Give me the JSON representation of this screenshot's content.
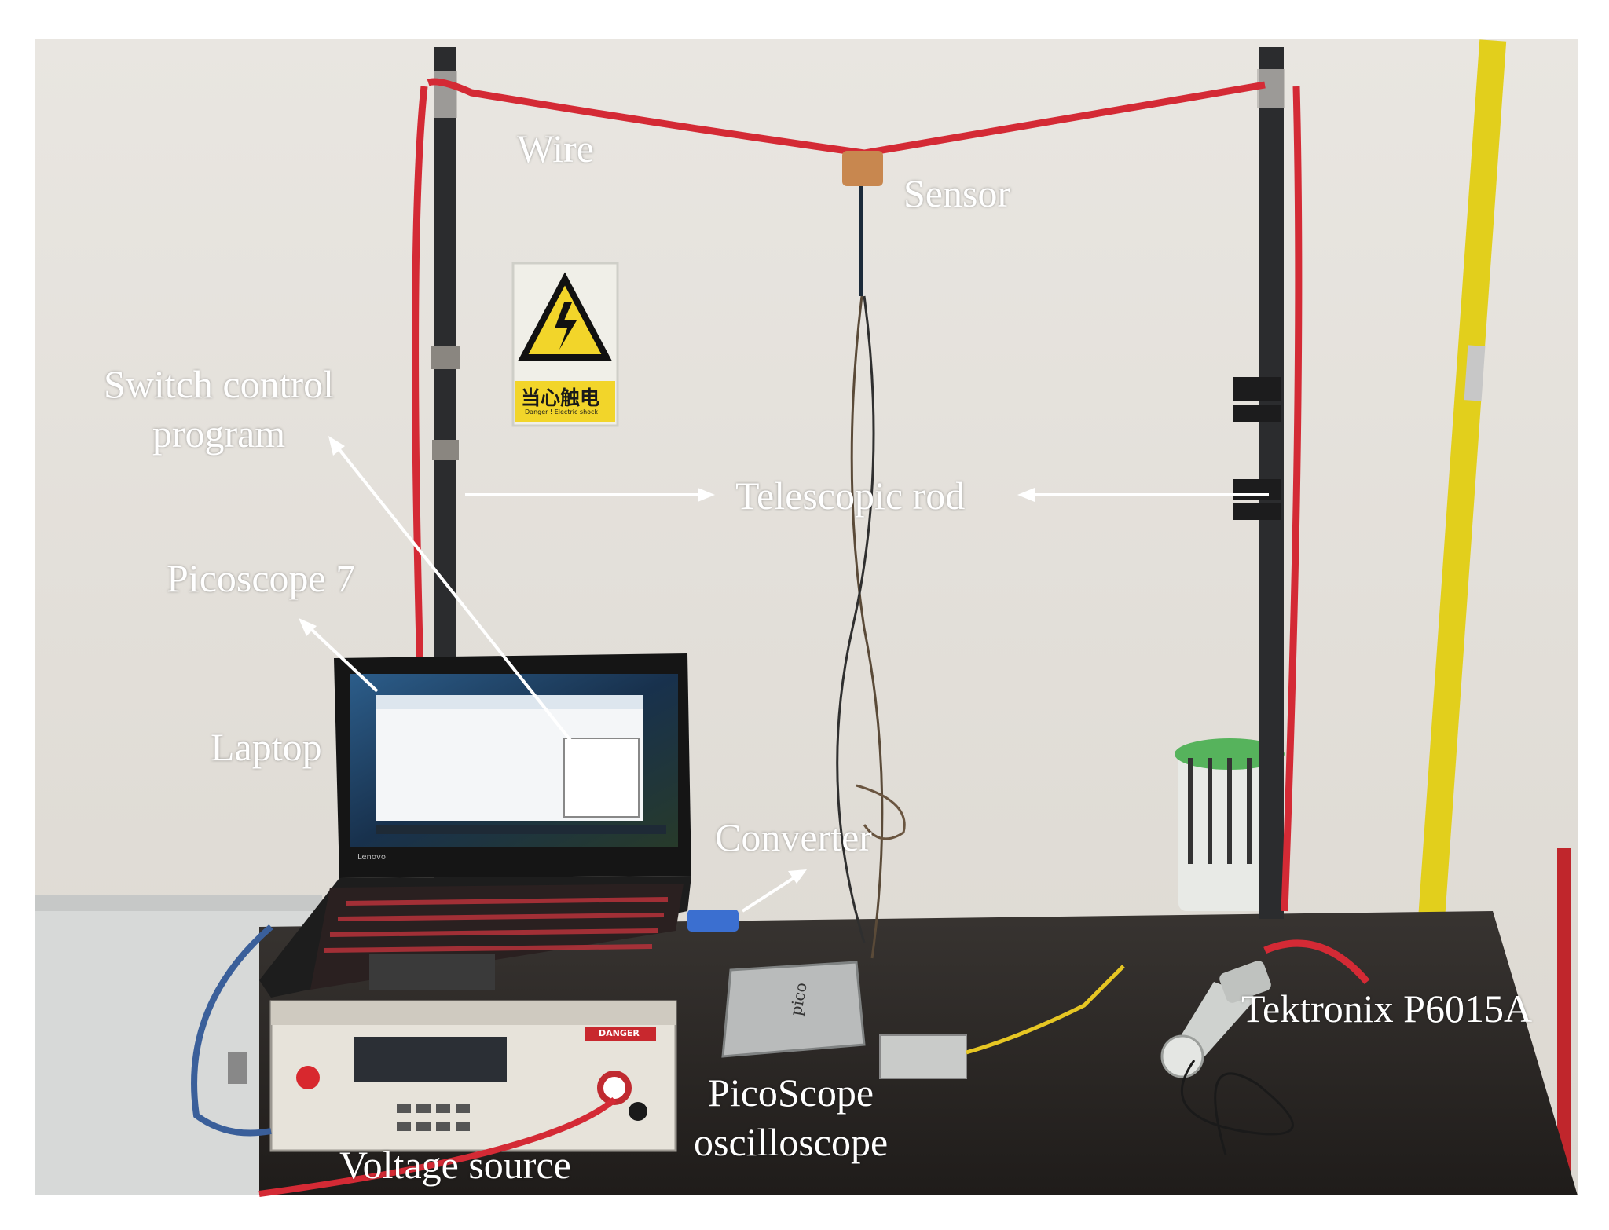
{
  "labels": {
    "wire": "Wire",
    "sensor": "Sensor",
    "switch_control_program": [
      "Switch control",
      "program"
    ],
    "telescopic_rod": "Telescopic rod",
    "picoscope_7": "Picoscope 7",
    "laptop": "Laptop",
    "converter": "Converter",
    "tektronix": "Tektronix P6015A",
    "picoscope_oscilloscope": [
      "PicoScope",
      "oscilloscope"
    ],
    "voltage_source": "Voltage source"
  },
  "sign": {
    "text_cn": "当心触电",
    "text_en": "Danger ! Electric shock"
  },
  "devices": {
    "laptop_brand": "Lenovo",
    "oscilloscope_brand": "pico",
    "source_danger": "DANGER"
  },
  "colors": {
    "wall": "#e7e4df",
    "wire": "#d42a35",
    "rod": "#2b2c2e",
    "table": "#2a2725",
    "arrow": "#ffffff",
    "pole": "#e2cf1c"
  }
}
